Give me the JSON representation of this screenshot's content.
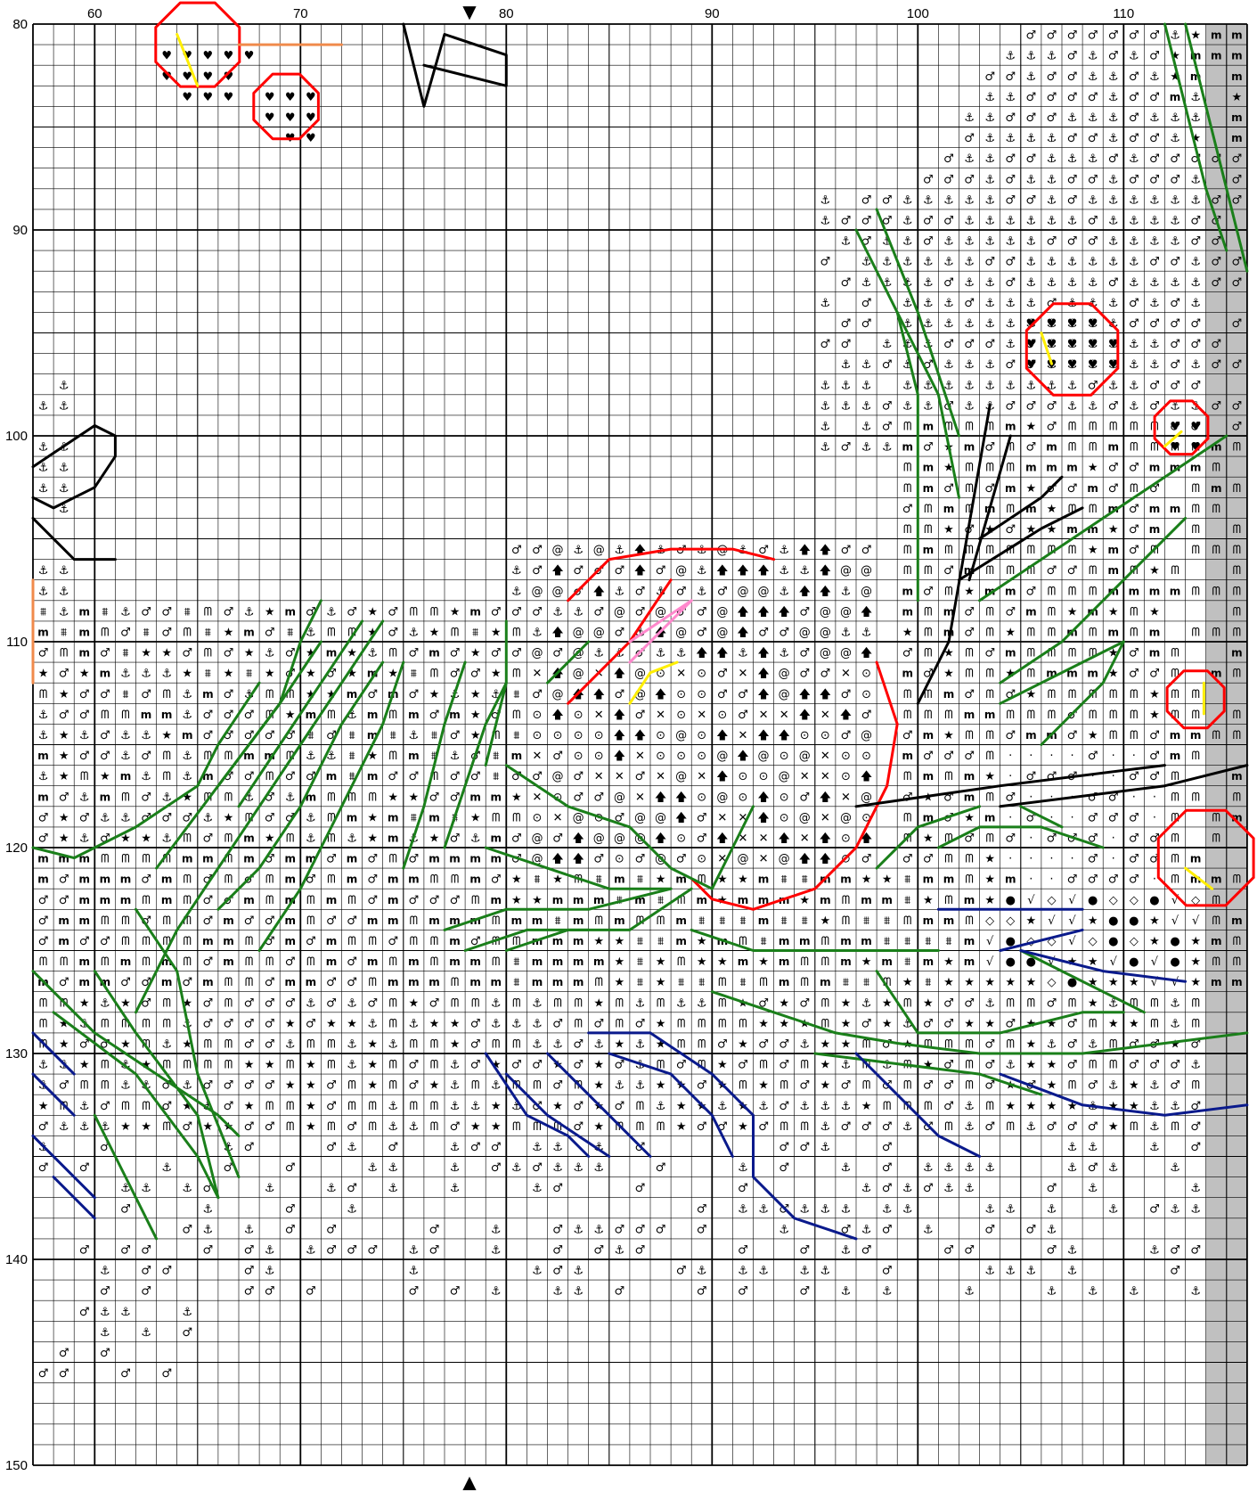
{
  "pattern": {
    "col_start": 57,
    "col_end": 116,
    "row_start": 80,
    "row_end": 150,
    "shaded_cols": [
      114,
      115
    ]
  },
  "labels": {
    "top": [
      "60",
      "70",
      "80",
      "90",
      "100",
      "110"
    ],
    "left": [
      "80",
      "90",
      "100",
      "110",
      "120",
      "130",
      "140",
      "150"
    ]
  },
  "markers": {
    "center_top": "▼",
    "center_bottom": "▲"
  },
  "symbol_glyphs": {
    "anchor": "⚓",
    "pin": "♂",
    "arch": "ᗰ",
    "m": "m",
    "star": "★",
    "spiral": "@",
    "heart": "♥",
    "up_arrow": "🡅",
    "circle": "⊙",
    "cross": "✕",
    "fullcircle": "●",
    "diamond": "◇",
    "check": "√",
    "grass": "⩩",
    "dot": "·"
  },
  "backstitch_colors": {
    "green": "#1a7f1a",
    "red": "#ff0000",
    "black": "#000000",
    "navy": "#0a1a8c",
    "yellow": "#ffee00",
    "orange": "#f08a4b",
    "pink": "#ff88cc"
  }
}
